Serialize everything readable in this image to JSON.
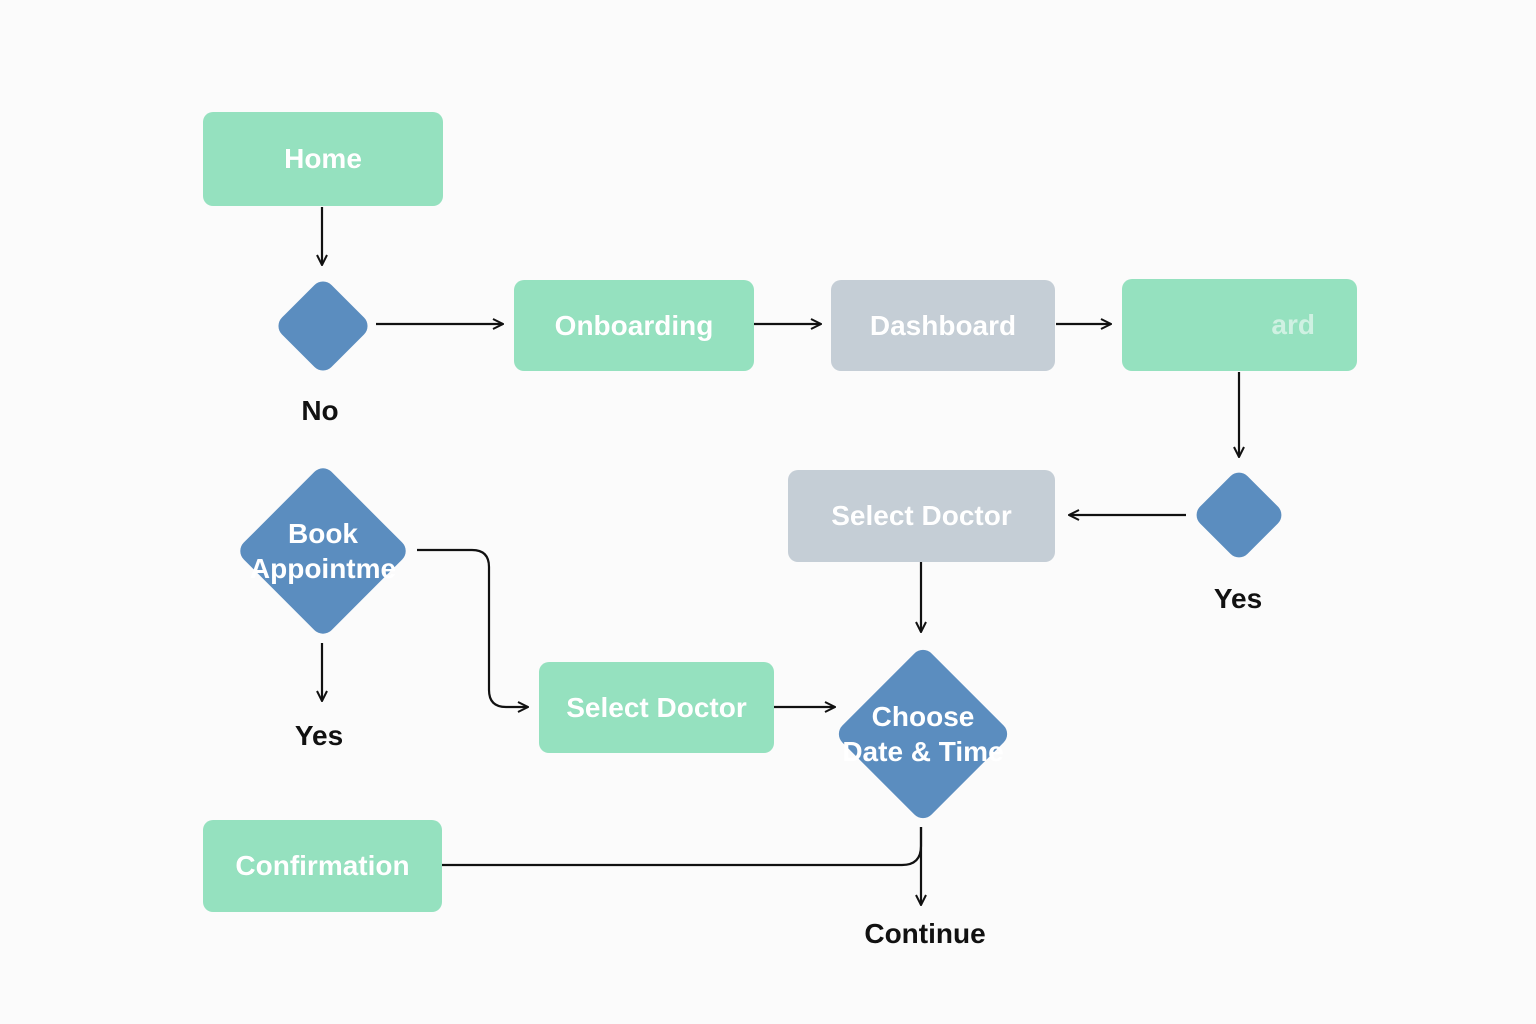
{
  "colors": {
    "process_green": "#95e1bf",
    "process_gray": "#c5ced6",
    "decision_blue": "#5b8dbf",
    "connector": "#111111",
    "background": "#fbfbfb"
  },
  "nodes": {
    "home": "Home",
    "onboarding": "Onboarding",
    "dashboard": "Dashboard",
    "partial_card": "ard",
    "select_doctor_top": "Select Doctor",
    "select_doctor_bottom": "Select Doctor",
    "confirmation": "Confirmation"
  },
  "decisions": {
    "first": "",
    "right": "",
    "book_line1": "Book",
    "book_line2": "Appointme",
    "choose_line1": "Choose",
    "choose_line2": "Date & Time"
  },
  "edge_labels": {
    "no": "No",
    "yes_right": "Yes",
    "yes_left": "Yes",
    "continue": "Continue"
  }
}
